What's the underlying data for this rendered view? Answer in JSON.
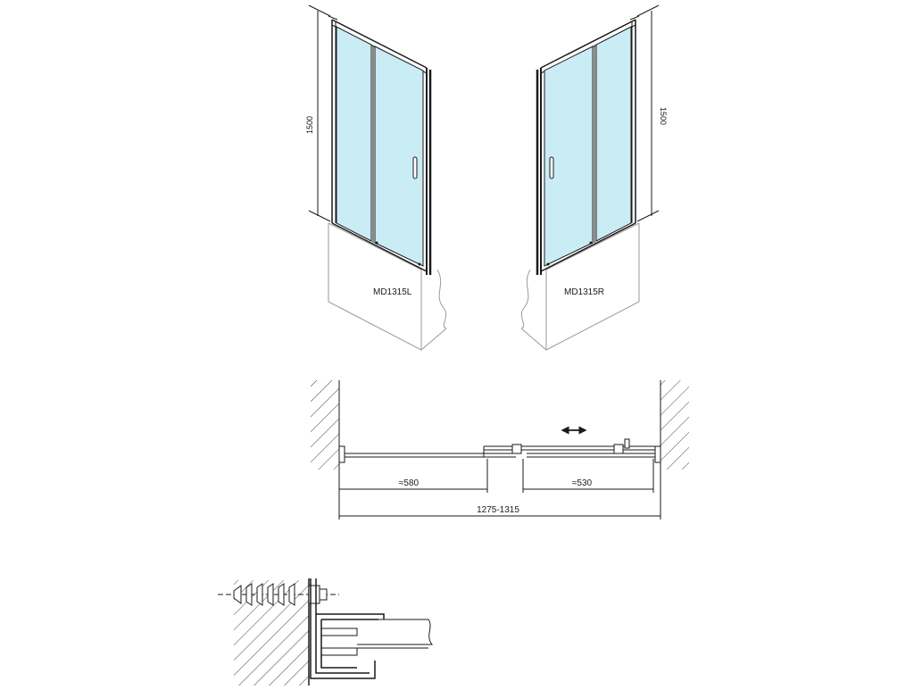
{
  "drawing": {
    "left_view": {
      "label": "MD1315L",
      "height_dim": "1500"
    },
    "right_view": {
      "label": "MD1315R",
      "height_dim": "1500"
    },
    "plan_view": {
      "dim_left": "≈580",
      "dim_right": "≈530",
      "dim_total": "1275-1315"
    }
  },
  "colors": {
    "glass": "#c9ecf5",
    "line": "#1a1a1a",
    "bath": "#9a9a9a",
    "hatch": "#444444"
  }
}
